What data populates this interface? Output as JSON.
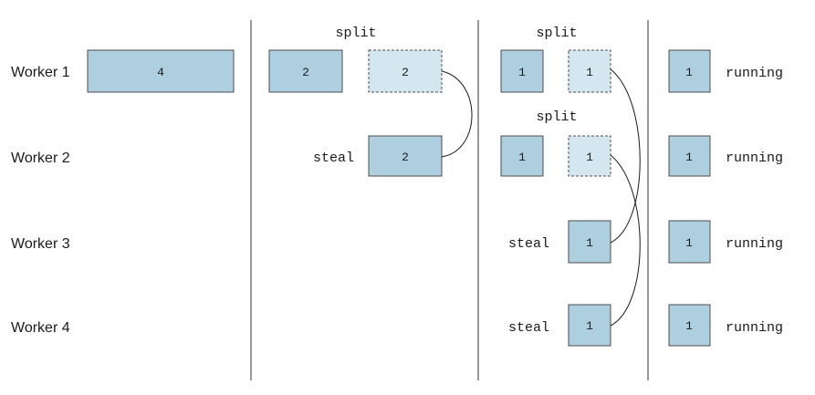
{
  "workers": [
    "Worker 1",
    "Worker 2",
    "Worker 3",
    "Worker 4"
  ],
  "labels": {
    "split": "split",
    "steal": "steal",
    "running": "running"
  },
  "values": {
    "initial": "4",
    "half": "2",
    "quarter": "1"
  },
  "colors": {
    "task_fill": "#aecfe0",
    "stolen_fill": "#d4e6ef",
    "border": "#4d4d4d"
  }
}
